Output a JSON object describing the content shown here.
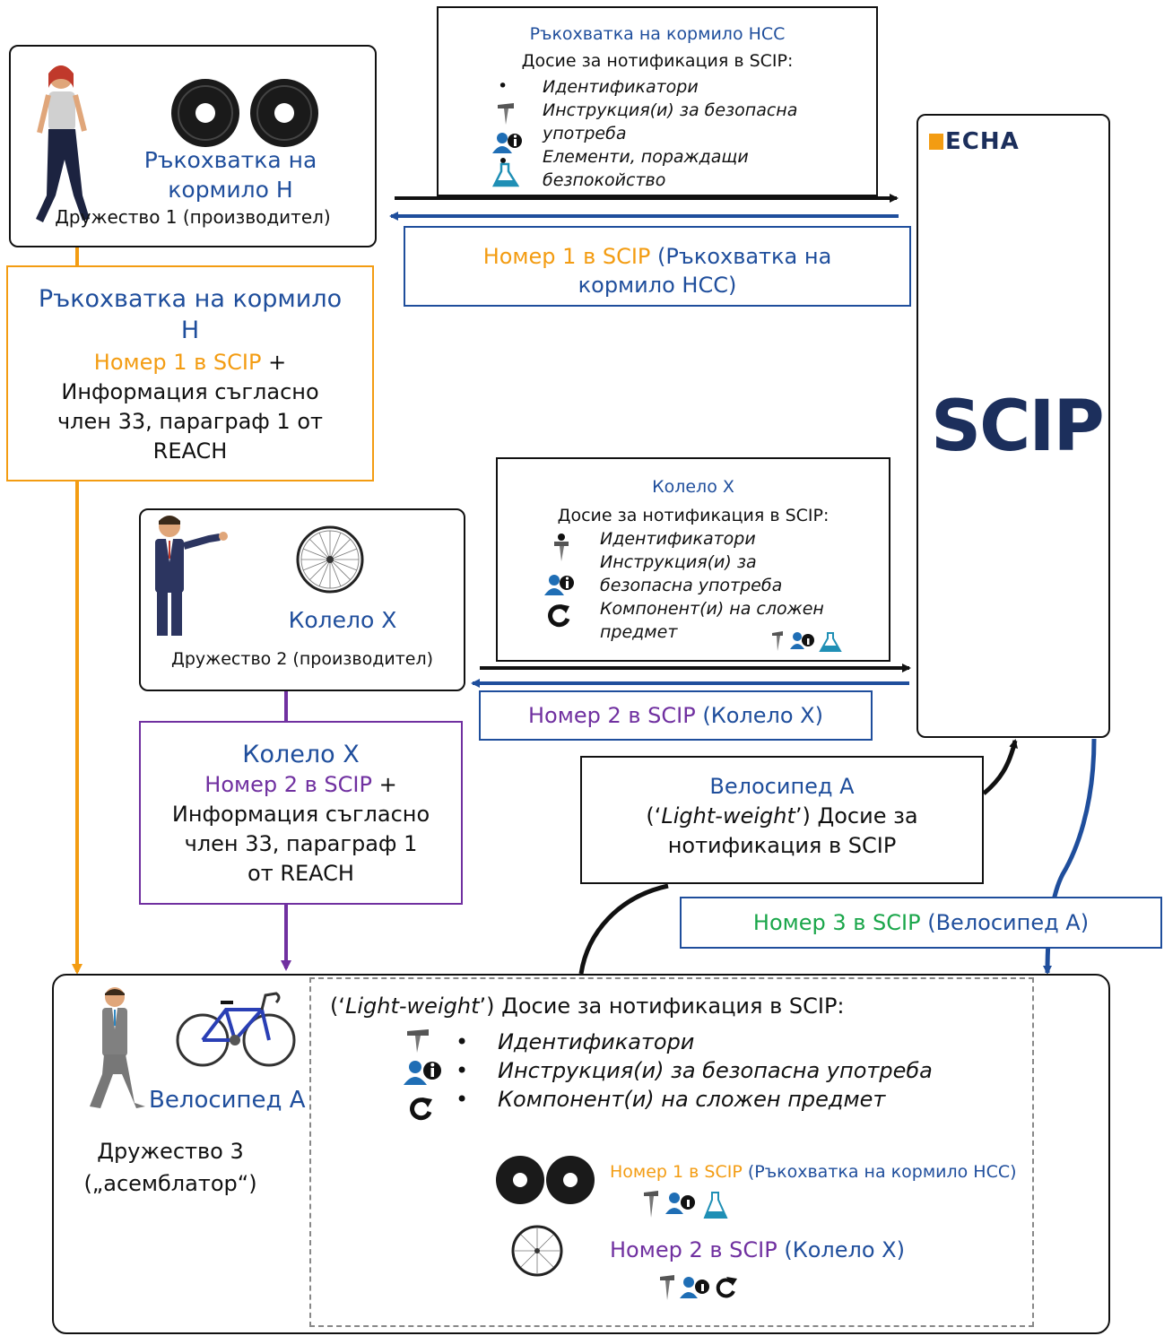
{
  "colors": {
    "blue": "#1f4e9c",
    "orange": "#f39c12",
    "purple": "#7030a0",
    "green": "#1aa64a",
    "black": "#111111"
  },
  "c1": {
    "product": "Ръкохватка на кормило H",
    "company": "Дружество 1 (производител)"
  },
  "c2": {
    "product": "Колело X",
    "company": "Дружество 2 (производител)"
  },
  "c3": {
    "product": "Велосипед А",
    "company_line1": "Дружество 3",
    "company_line2": "(„асемблатор“)"
  },
  "d1": {
    "title": "Ръкохватка на кормило HCC",
    "header": "Досие за нотификация в SCIP:",
    "bullet": "•",
    "items": [
      "Идентификатори",
      "Инструкция(и) за безопасна",
      "употреба",
      "Елементи, пораждащи",
      "безпокойство"
    ]
  },
  "r1": {
    "num": "Номер 1 в SCIP",
    "name": "(Ръкохватка на",
    "name2": "кормило HCC)"
  },
  "o1": {
    "product": "Ръкохватка на кормило",
    "product2": "H",
    "num": "Номер 1 в SCIP",
    "plus": "+",
    "info": [
      "Информация съгласно",
      "член 33, параграф 1 от",
      "REACH"
    ]
  },
  "d2": {
    "title": "Колело X",
    "header": "Досие за нотификация в SCIP:",
    "items": [
      "Идентификатори",
      "Инструкция(и) за",
      "безопасна употреба",
      "Компонент(и) на сложен",
      "предмет"
    ]
  },
  "r2": {
    "num": "Номер 2 в SCIP",
    "name": "(Колело X)"
  },
  "o2": {
    "product": "Колело X",
    "num": "Номер 2 в SCIP",
    "plus": "+",
    "info": [
      "Информация съгласно",
      "член 33, параграф 1",
      "от REACH"
    ]
  },
  "lw": {
    "title": "Велосипед А",
    "line1_pre": "(‘",
    "line1_it": "Light-weight",
    "line1_post": "’) Досие за",
    "line2": "нотификация в SCIP"
  },
  "r3": {
    "num": "Номер 3 в SCIP",
    "name": "(Велосипед А)"
  },
  "bottom": {
    "header_pre": "(‘",
    "header_it": "Light-weight",
    "header_post": "’) Досие за нотификация в SCIP:",
    "bullet": "•",
    "items": [
      "Идентификатори",
      "Инструкция(и) за безопасна употреба",
      "Компонент(и) на сложен предмет"
    ],
    "ref1_num": "Номер 1 в SCIP",
    "ref1_name": "(Ръкохватка на кормило HCC)",
    "ref2_num": "Номер 2 в SCIP",
    "ref2_name": "(Колело X)"
  },
  "echa": {
    "logo": "ECHA",
    "scip": "SCIP"
  },
  "icons": [
    "person-icon",
    "handlebar-tape-icon",
    "wheel-icon",
    "bicycle-icon",
    "screw-icon",
    "user-info-icon",
    "flask-icon",
    "refresh-icon",
    "echa-logo",
    "scip-logo"
  ]
}
